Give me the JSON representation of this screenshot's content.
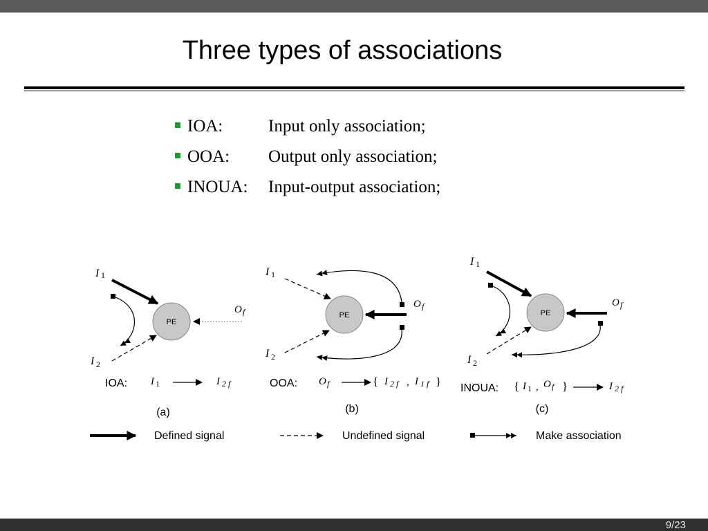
{
  "slide": {
    "title": "Three types of associations",
    "page_number": "9/23"
  },
  "bullets": [
    {
      "abbr": "IOA:",
      "desc": "Input only association;"
    },
    {
      "abbr": "OOA:",
      "desc": "Output only association;"
    },
    {
      "abbr": "INOUA:",
      "desc": "Input-output association;"
    }
  ],
  "diagram": {
    "node_label": "PE",
    "sym_I": "I",
    "sym_O": "O",
    "sub_1": "1",
    "sub_2": "2",
    "sub_f": "f",
    "sub_2f": "2 f",
    "sub_1f": "1 f",
    "comma": ",",
    "lbrace": "{",
    "rbrace": "}",
    "label_a": "IOA:",
    "label_b": "OOA:",
    "label_c": "INOUA:",
    "caption_a": "(a)",
    "caption_b": "(b)",
    "caption_c": "(c)"
  },
  "legend": {
    "defined": "Defined signal",
    "undefined": "Undefined signal",
    "make": "Make association"
  }
}
